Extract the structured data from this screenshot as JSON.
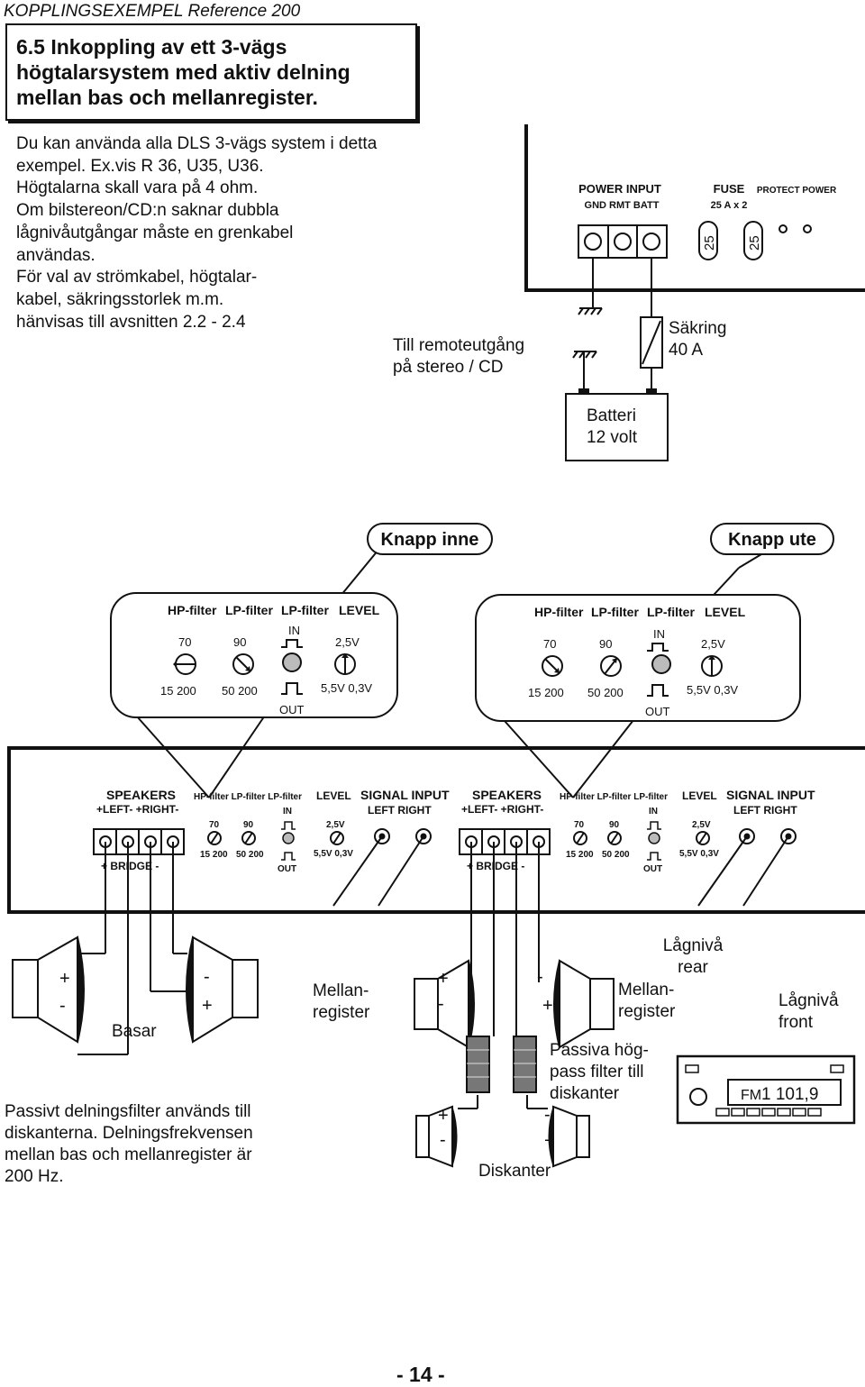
{
  "header": {
    "running_title": "KOPPLINGSEXEMPEL Reference 200"
  },
  "title": {
    "lines": [
      "6.5 Inkoppling av ett 3-vägs",
      "högtalarsystem med aktiv delning",
      "mellan bas och mellanregister."
    ]
  },
  "intro": {
    "lines": [
      "Du kan använda alla DLS 3-vägs system i detta",
      "exempel. Ex.vis R 36, U35, U36.",
      "Högtalarna skall vara på 4 ohm.",
      "Om bilstereon/CD:n saknar dubbla",
      "lågnivåutgångar måste en grenkabel",
      "användas.",
      "För val av strömkabel, högtalar-",
      "kabel, säkringsstorlek m.m.",
      "hänvisas till avsnitten 2.2 - 2.4"
    ]
  },
  "power_panel": {
    "power_input": "POWER INPUT",
    "terminals": "GND  RMT BATT",
    "fuse": "FUSE",
    "fuse_rating": "25 A x 2",
    "protect_power": "PROTECT POWER",
    "fuse_value": "25"
  },
  "wiring": {
    "remote_label": [
      "Till remoteutgång",
      "på stereo / CD"
    ],
    "inline_fuse": [
      "Säkring",
      "40 A"
    ],
    "battery": [
      "Batteri",
      "12 volt"
    ]
  },
  "buttons": {
    "pressed": "Knapp inne",
    "released": "Knapp ute"
  },
  "control_callout": {
    "hp_filter": "HP-filter",
    "lp_filter": "LP-filter",
    "level": "LEVEL",
    "in": "IN",
    "out": "OUT",
    "hp_top": "70",
    "lp_top": "90",
    "level_top": "2,5V",
    "hp_range": "15   200",
    "lp_range": "50   200",
    "level_range": "5,5V  0,3V"
  },
  "amp_panel": {
    "speakers": "SPEAKERS",
    "left_right": "+LEFT-   +RIGHT-",
    "bridge": "+    BRIDGE    -",
    "signal_input": "SIGNAL INPUT",
    "signal_lr": "LEFT    RIGHT",
    "level": "LEVEL",
    "filters": "HP-filter LP-filter LP-filter",
    "in": "IN",
    "out": "OUT",
    "hp_top": "70",
    "lp_top": "90",
    "level_top": "2,5V",
    "hp_range": "15  200",
    "lp_range": "50  200",
    "level_range": "5,5V  0,3V"
  },
  "speakers_section": {
    "plus": "+",
    "minus": "-",
    "bas_label": "Basar",
    "mid_label": [
      "Mellan-",
      "register"
    ],
    "low_rear": [
      "Lågnivå",
      "rear"
    ],
    "mid_label_right": [
      "Mellan-",
      "register"
    ],
    "low_front": [
      "Lågnivå",
      "front"
    ],
    "passive_highpass": [
      "Passiva hög-",
      "pass filter till",
      "diskanter"
    ],
    "tweeters_label": "Diskanter",
    "crossover_note": [
      "Passivt delningsfilter används till",
      "diskanterna. Delningsfrekvensen",
      "mellan bas och mellanregister är",
      "200 Hz."
    ],
    "radio_band": "FM",
    "radio_freq": "1 101,9"
  },
  "footer": {
    "page_number": "- 14 -"
  }
}
